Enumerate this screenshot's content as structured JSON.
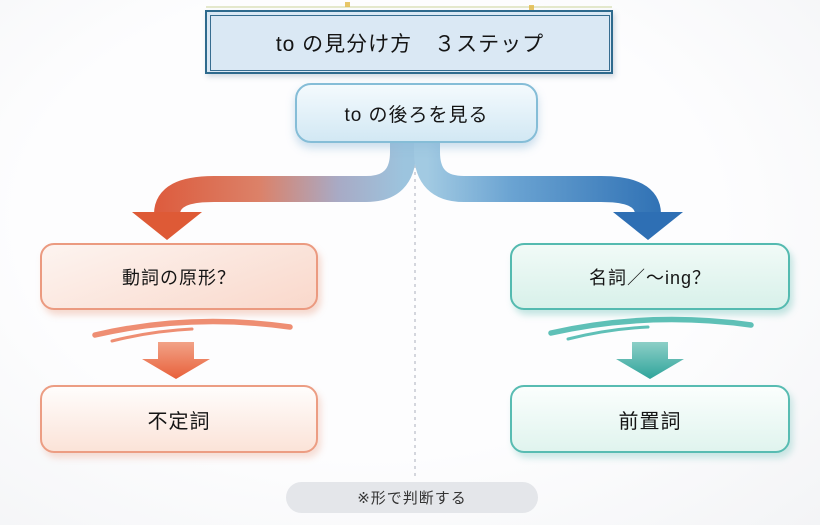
{
  "title": "to の見分け方　３ステップ",
  "flow": {
    "step1": "to の後ろを見る",
    "left": {
      "question": "動詞の原形？",
      "result": "不定詞",
      "accent_color": "#df5a36"
    },
    "right": {
      "question": "名詞／～ing？",
      "result": "前置詞",
      "accent_color": "#2e6fb4"
    }
  },
  "footnote": "※形で判断する",
  "colors": {
    "title_border": "#2e6a8d",
    "title_fill": "#dae8f4",
    "step1_border": "#85bdd7",
    "salmon_border": "#eb9a80",
    "teal_border": "#54bab0",
    "teal_arrow": "#35a8a0",
    "salmon_arrow": "#ea6b45",
    "dashed_line": "#c6cad2",
    "footnote_fill": "#e4e6ea"
  }
}
